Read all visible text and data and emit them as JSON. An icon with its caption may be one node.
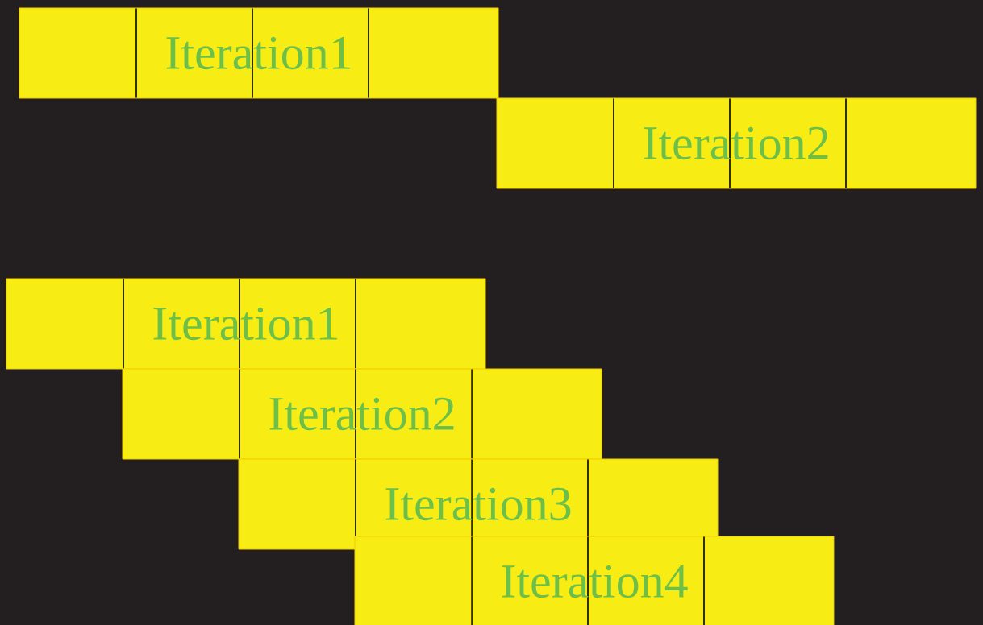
{
  "diagram": {
    "nodes": [
      {
        "text": [
          "Iteration1"
        ]
      },
      {
        "text": [
          "Iteration2"
        ]
      },
      {
        "text": [
          "Iteration1"
        ]
      },
      {
        "text": [
          "Iteration2"
        ]
      },
      {
        "text": [
          "Iteration3"
        ]
      },
      {
        "text": [
          "Iteration4"
        ]
      }
    ]
  }
}
